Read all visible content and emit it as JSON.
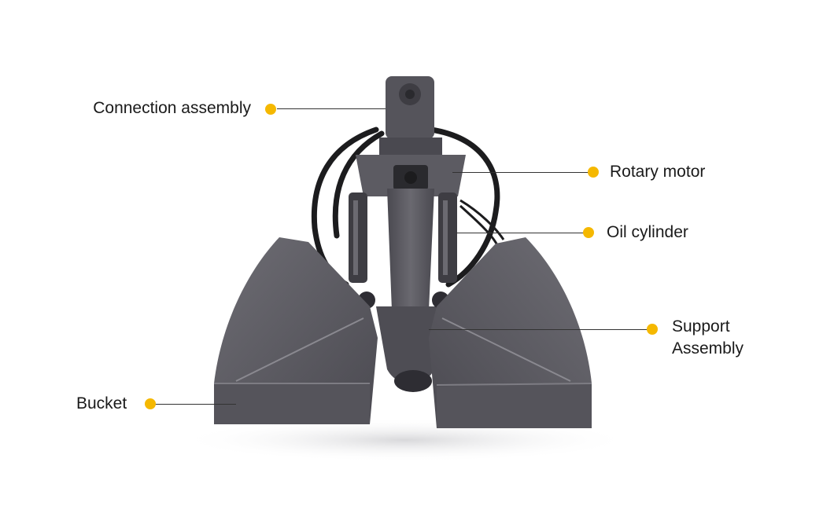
{
  "callouts": [
    {
      "id": "connection",
      "text": "Connection assembly"
    },
    {
      "id": "rotary",
      "text": "Rotary motor"
    },
    {
      "id": "oil",
      "text": "Oil cylinder"
    },
    {
      "id": "support",
      "text": "Support\nAssembly"
    },
    {
      "id": "bucket",
      "text": "Bucket"
    }
  ],
  "colors": {
    "dot": "#f5b800",
    "body": "#5c5b62",
    "body_dark": "#3e3d43",
    "body_light": "#76757c",
    "hose": "#1c1c1e",
    "leader": "#333333"
  },
  "illustration": {
    "icon": "hydraulic-clamshell-grab-icon"
  }
}
